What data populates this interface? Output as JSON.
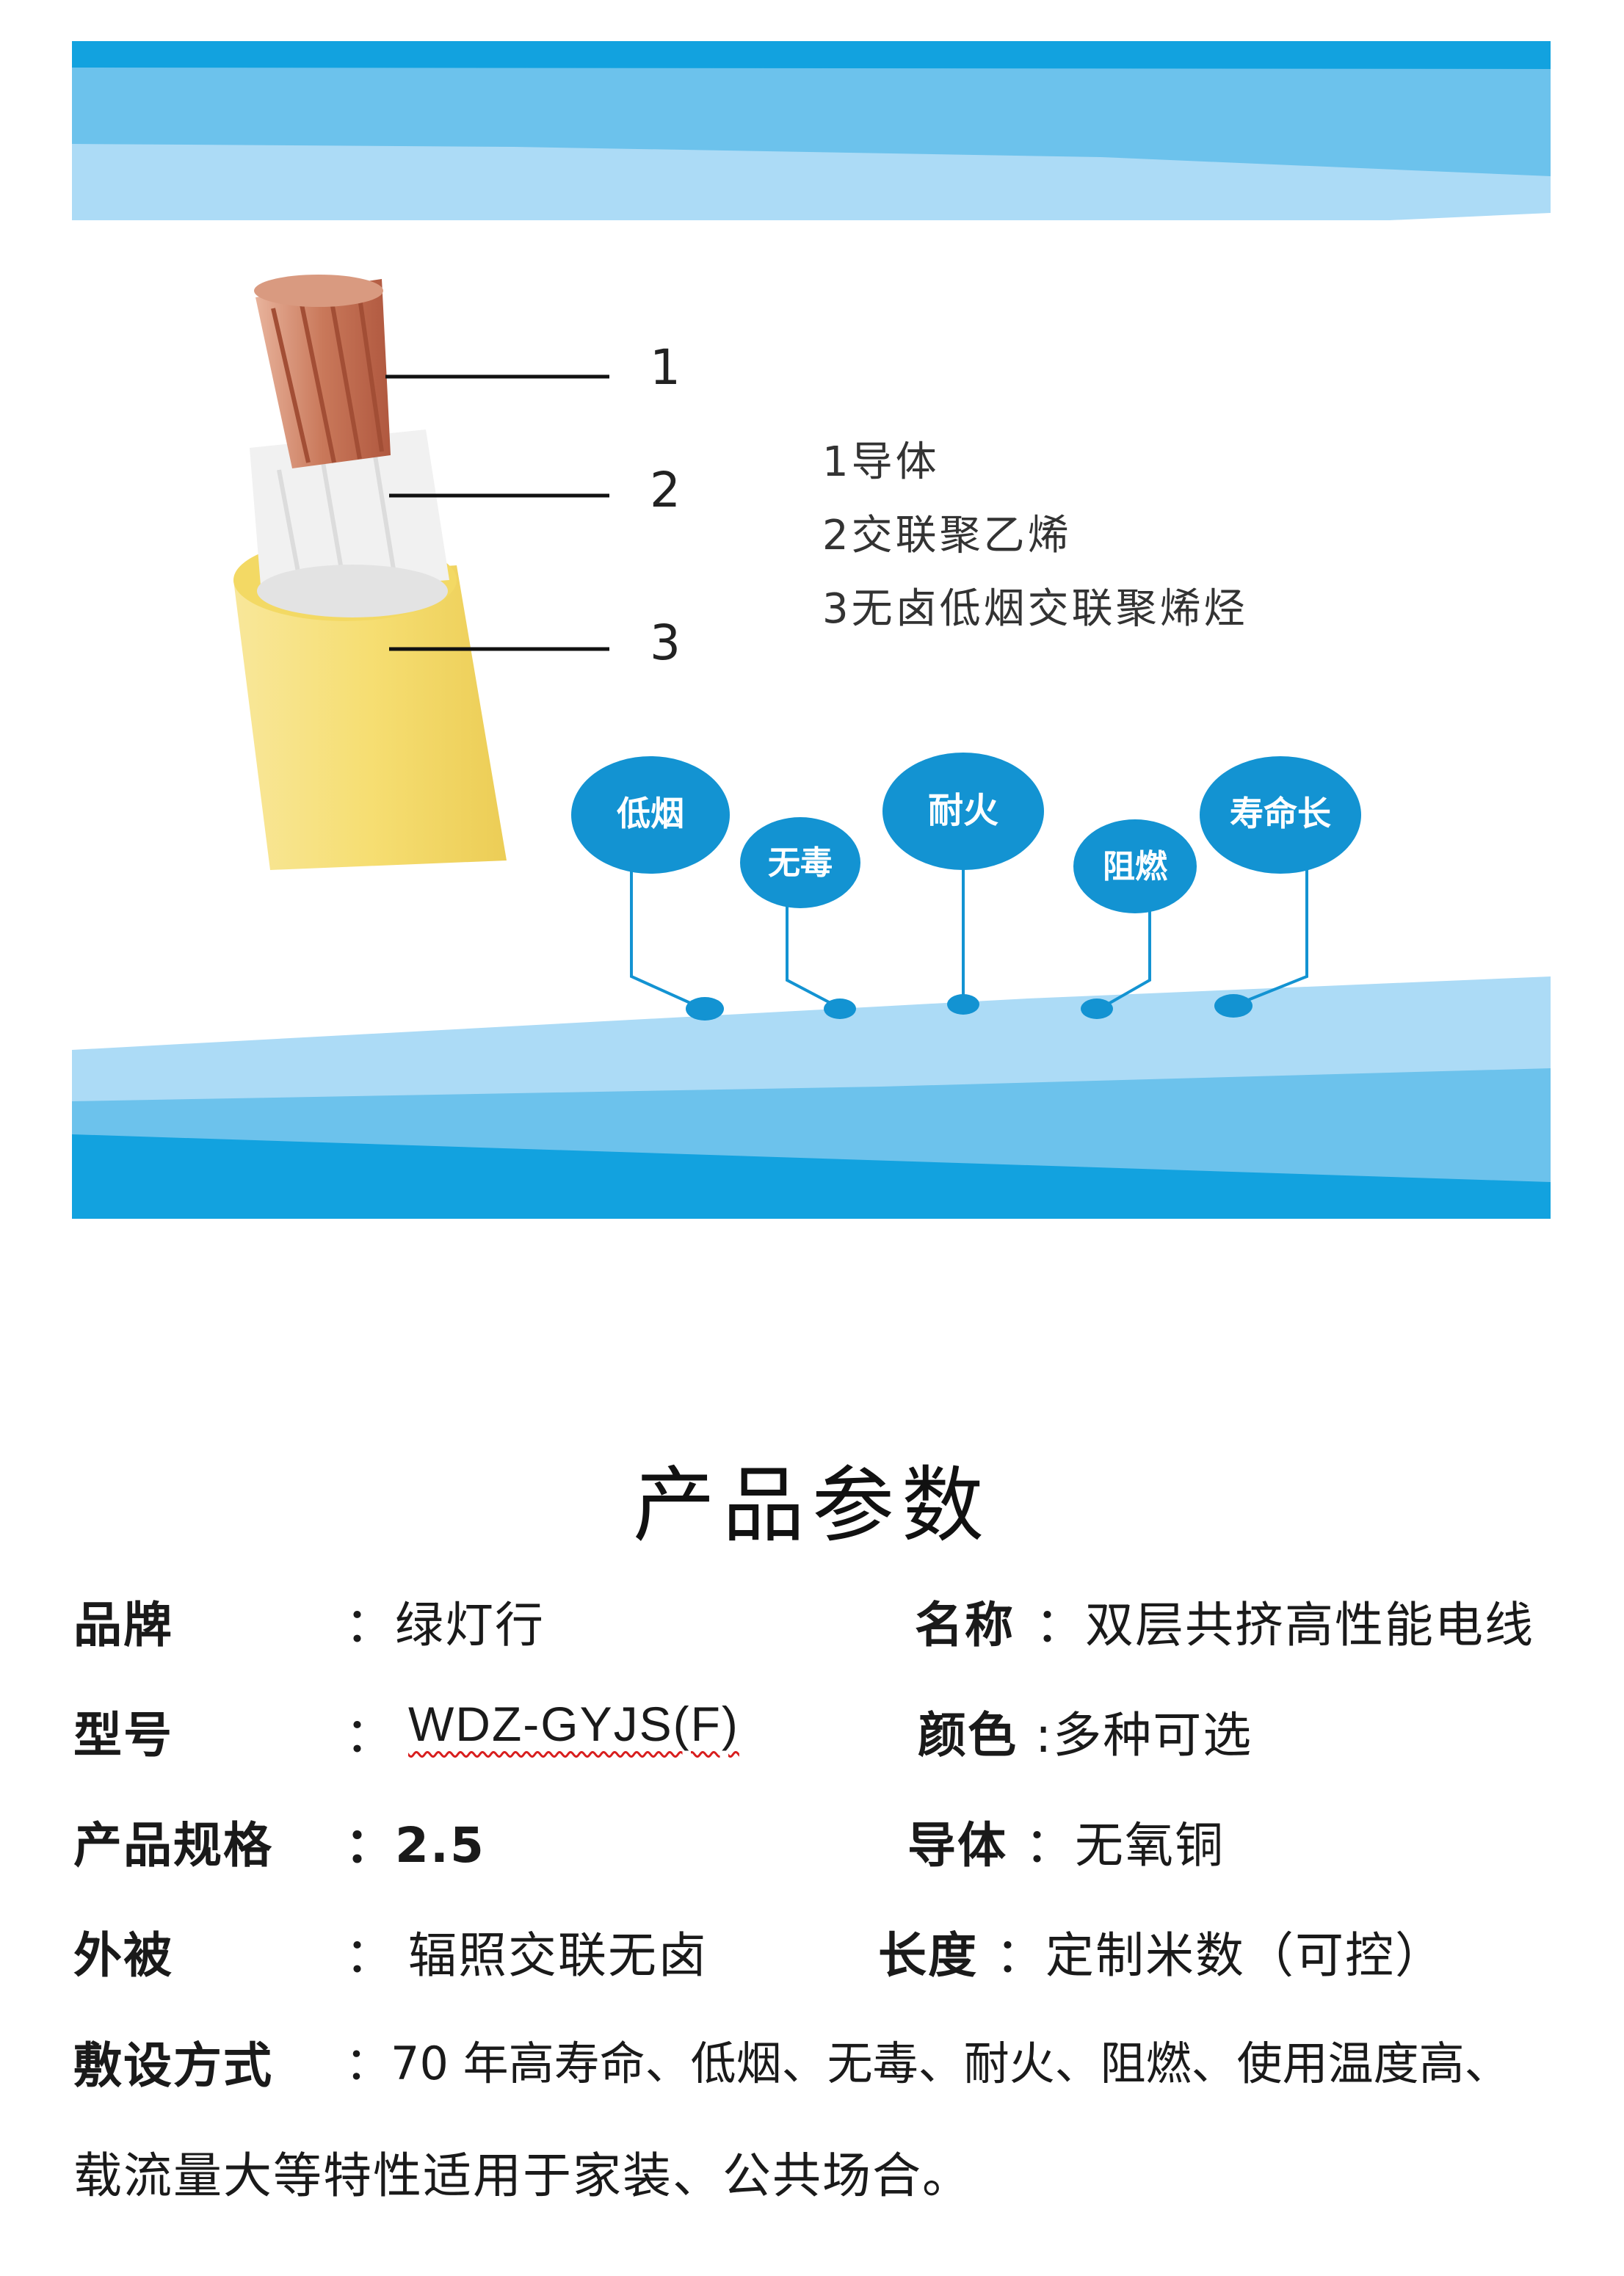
{
  "diagram": {
    "layer_numbers": [
      "1",
      "2",
      "3"
    ],
    "legend": [
      "1导体",
      "2交联聚乙烯",
      "3无卤低烟交联聚烯烃"
    ],
    "features": [
      "低烟",
      "无毒",
      "耐火",
      "阻燃",
      "寿命长"
    ],
    "colors": {
      "banner_dark": "#12A2DF",
      "banner_mid": "#6CC2EC",
      "banner_light": "#ACDBF6",
      "bubble": "#1393D2",
      "copper": "#C9785A",
      "insulation": "#F1F1F1",
      "sheath": "#F6DE72"
    }
  },
  "params": {
    "title": "产品参数",
    "brand_label": "品牌",
    "brand_value": "：绿灯行",
    "name_label": "名称",
    "name_value": "：双层共挤高性能电线",
    "model_label": "型号",
    "model_colon": "：",
    "model_value": "WDZ-GYJS(F)",
    "color_label": "颜色",
    "color_value": ":多种可选",
    "spec_label": "产品规格",
    "spec_value": "：2.5",
    "conductor_label": "导体",
    "conductor_value": "：无氧铜",
    "sheath_label": "外被",
    "sheath_colon": "：",
    "sheath_value": "辐照交联无卤",
    "length_label": "长度",
    "length_value": "：定制米数（可控）",
    "laying_label": "敷设方式",
    "laying_value": "：70 年高寿命、低烟、无毒、耐火、阻燃、使用温度高、",
    "laying_value_2": "载流量大等特性适用于家装、公共场合。"
  }
}
